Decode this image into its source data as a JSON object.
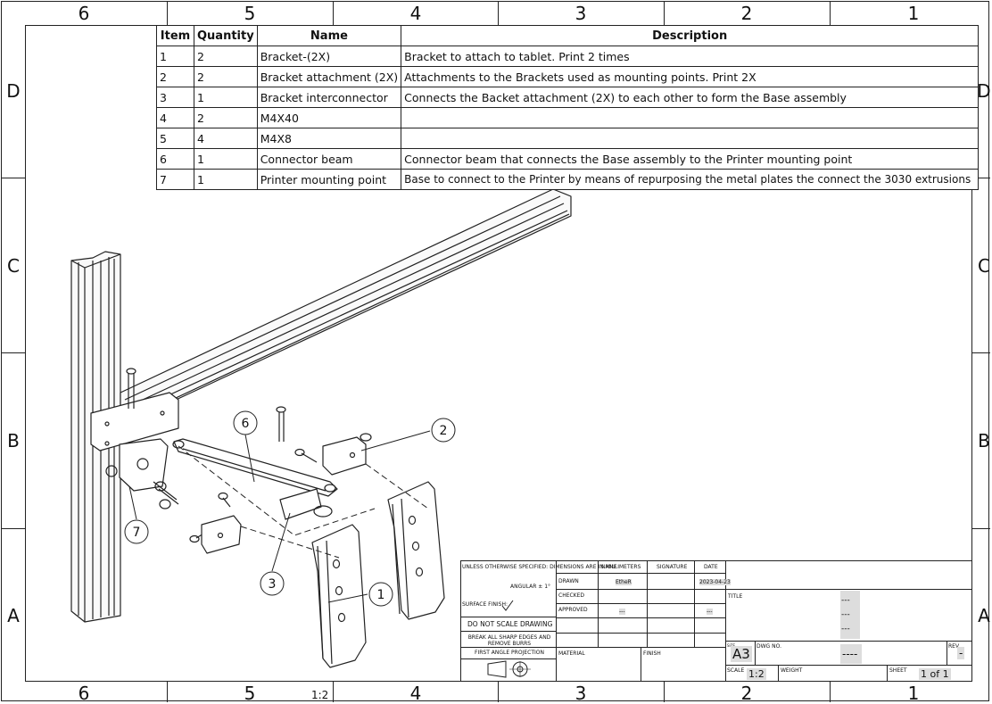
{
  "border": {
    "top_zones": [
      "6",
      "5",
      "4",
      "3",
      "2",
      "1"
    ],
    "bottom_zones": [
      "6",
      "5",
      "4",
      "3",
      "2",
      "1"
    ],
    "left_zones": [
      "D",
      "C",
      "B",
      "A"
    ],
    "right_zones": [
      "D",
      "C",
      "B",
      "A"
    ]
  },
  "bom": {
    "headers": [
      "Item",
      "Quantity",
      "Name",
      "Description"
    ],
    "rows": [
      [
        "1",
        "2",
        "Bracket-(2X)",
        "Bracket to attach to tablet. Print 2 times"
      ],
      [
        "2",
        "2",
        "Bracket attachment (2X)",
        "Attachments to the Brackets used as mounting points. Print 2X"
      ],
      [
        "3",
        "1",
        "Bracket interconnector",
        "Connects the Backet attachment (2X) to each other to form the Base assembly"
      ],
      [
        "4",
        "2",
        "M4X40",
        ""
      ],
      [
        "5",
        "4",
        "M4X8",
        ""
      ],
      [
        "6",
        "1",
        "Connector beam",
        "Connector beam that connects the Base assembly to the Printer mounting point"
      ],
      [
        "7",
        "1",
        "Printer mounting point",
        "Base to connect to the Printer by means of repurposing the metal plates the connect the 3030 extrusions"
      ]
    ]
  },
  "balloons": [
    "1",
    "2",
    "3",
    "6",
    "7"
  ],
  "view_scale": "1:2",
  "title_block": {
    "notes": {
      "dimensions": "UNLESS OTHERWISE SPECIFIED: DIMENSIONS ARE IN MILLIMETERS",
      "angular": "ANGULAR ± 1°",
      "surface_finish": "SURFACE FINISH:",
      "do_not_scale": "DO NOT SCALE DRAWING",
      "break_edges": "BREAK ALL SHARP EDGES AND REMOVE BURRS",
      "projection": "FIRST ANGLE PROJECTION"
    },
    "headers": {
      "name": "NAME",
      "signature": "SIGNATURE",
      "date": "DATE"
    },
    "rows": {
      "drawn": "DRAWN",
      "checked": "CHECKED",
      "approved": "APPROVED"
    },
    "drawn_name": "EtheR",
    "drawn_date": "2023-04-23",
    "approved_name": "---",
    "approved_date": "---",
    "material": "MATERIAL",
    "finish": "FINISH",
    "title_label": "TITLE",
    "title_values": [
      "---",
      "---",
      "---"
    ],
    "size_label": "SIZE",
    "size": "A3",
    "dwg_label": "DWG NO.",
    "dwg_no": "----",
    "rev_label": "REV",
    "rev": "-",
    "scale_label": "SCALE",
    "scale": "1:2",
    "weight_label": "WEIGHT",
    "sheet_label": "SHEET",
    "sheet": "1 of 1"
  }
}
